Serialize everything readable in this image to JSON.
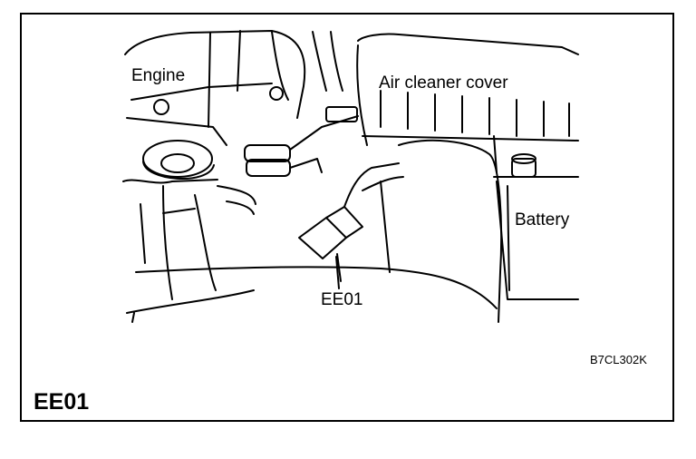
{
  "labels": {
    "engine": "Engine",
    "air_cleaner_cover": "Air cleaner cover",
    "battery": "Battery",
    "connector": "EE01"
  },
  "figure_code": "B7CL302K",
  "figure_title": "EE01"
}
